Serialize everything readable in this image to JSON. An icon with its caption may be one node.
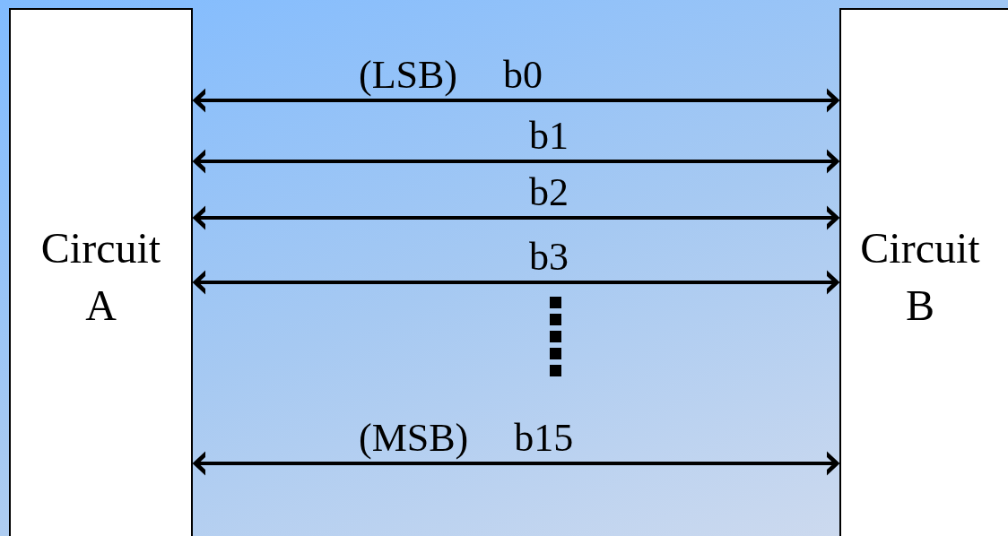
{
  "diagram": {
    "nodes": [
      {
        "text": [
          "Circuit A"
        ]
      },
      {
        "text": [
          "Circuit B"
        ]
      }
    ],
    "edges": [
      {
        "from": 0,
        "to": 1,
        "arrow": "both",
        "label": "(LSB) b0"
      },
      {
        "from": 0,
        "to": 1,
        "arrow": "both",
        "label": "b1"
      },
      {
        "from": 0,
        "to": 1,
        "arrow": "both",
        "label": "b2"
      },
      {
        "from": 0,
        "to": 1,
        "arrow": "both",
        "label": "b3"
      },
      {
        "from": 0,
        "to": 1,
        "arrow": "both",
        "label": "(MSB) b15"
      }
    ]
  }
}
